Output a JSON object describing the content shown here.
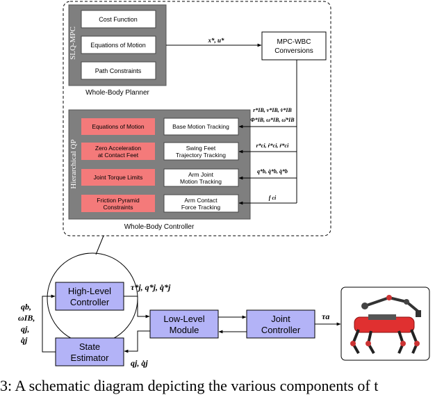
{
  "planner": {
    "side_label": "SLQ-MPC",
    "items": [
      "Cost Function",
      "Equations of Motion",
      "Path Constraints"
    ],
    "title": "Whole-Body Planner"
  },
  "conversions": {
    "label_line1": "MPC-WBC",
    "label_line2": "Conversions",
    "input_label": "x*, u*"
  },
  "controller": {
    "side_label": "Hierarchical QP",
    "title": "Whole-Body Controller",
    "rows": [
      {
        "constraint": [
          "Equations of Motion"
        ],
        "task": [
          "Base Motion Tracking"
        ],
        "signal": [
          "r*IB, v*IB, v̇*IB",
          "Φ*IB, ω*IB, ω̇*IB"
        ]
      },
      {
        "constraint": [
          "Zero Acceleration",
          "at Contact Feet"
        ],
        "task": [
          "Swing Feet",
          "Trajectory Tracking"
        ],
        "signal": [
          "r*ci, ṙ*ci, r̈*ci"
        ]
      },
      {
        "constraint": [
          "Joint Torque Limits"
        ],
        "task": [
          "Arm Joint",
          "Motion Tracking"
        ],
        "signal": [
          "q*b, q̇*b, q̈*b"
        ]
      },
      {
        "constraint": [
          "Friction Pyramid",
          "Constraints"
        ],
        "task": [
          "Arm Contact",
          "Force Tracking"
        ],
        "signal": [
          "f ci"
        ]
      }
    ]
  },
  "loop": {
    "high_level": [
      "High-Level",
      "Controller"
    ],
    "state_estimator": [
      "State",
      "Estimator"
    ],
    "low_level": [
      "Low-Level",
      "Module"
    ],
    "joint_controller": [
      "Joint",
      "Controller"
    ],
    "ref_label": "τ*j, q*j, q̇*j",
    "feedback_label": "qj, q̇j",
    "state_labels": [
      "qb,",
      "ωIB,",
      "qj,",
      "q̇j"
    ],
    "torque_label": "τa"
  },
  "caption": "3: A schematic diagram depicting the various components of t",
  "colors": {
    "panel": "#7f7f7f",
    "constraint": "#f47a7a",
    "module": "#b3b3f7",
    "stroke": "#000000"
  }
}
